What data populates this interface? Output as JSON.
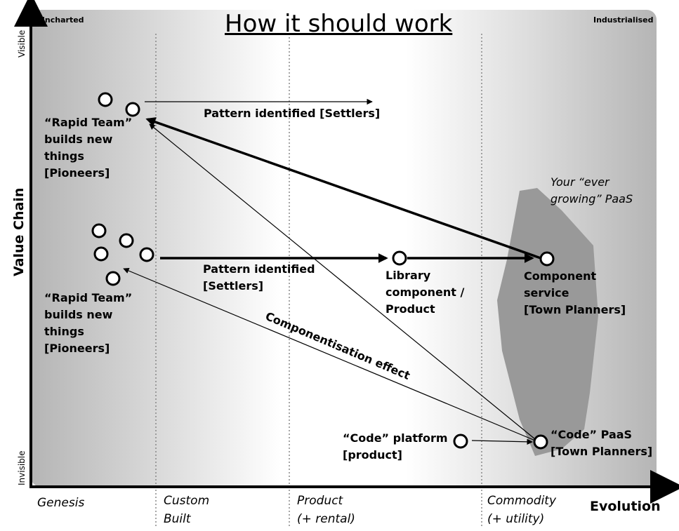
{
  "title": "How it should work",
  "corner_labels": {
    "left": "Uncharted",
    "right": "Industrialised"
  },
  "y_axis": {
    "label": "Value Chain",
    "top": "Visible",
    "bottom": "Invisible"
  },
  "x_axis": {
    "label": "Evolution",
    "stages": [
      {
        "line1": "Genesis",
        "line2": ""
      },
      {
        "line1": "Custom",
        "line2": "Built"
      },
      {
        "line1": "Product",
        "line2": "(+ rental)"
      },
      {
        "line1": "Commodity",
        "line2": "(+ utility)"
      }
    ]
  },
  "nodes": {
    "rapid_team_top": {
      "lines": [
        "“Rapid Team”",
        "builds new",
        "things",
        "[Pioneers]"
      ]
    },
    "rapid_team_mid": {
      "lines": [
        "“Rapid Team”",
        "builds new",
        "things",
        "[Pioneers]"
      ]
    },
    "library_component": {
      "lines": [
        "Library",
        "component /",
        "Product"
      ]
    },
    "component_service": {
      "lines": [
        "Component",
        "service",
        "[Town Planners]"
      ]
    },
    "code_platform": {
      "lines": [
        "“Code” platform",
        "[product]"
      ]
    },
    "code_paas": {
      "lines": [
        "“Code” PaaS",
        "[Town Planners]"
      ]
    }
  },
  "arrow_labels": {
    "pattern_top": "Pattern identified [Settlers]",
    "pattern_mid_line1": "Pattern identified",
    "pattern_mid_line2": "[Settlers]",
    "componentisation": "Componentisation effect"
  },
  "region": {
    "line1": "Your “ever",
    "line2": "growing” PaaS",
    "color": "#999999"
  },
  "colors": {
    "background_dark": "#b5b5b5",
    "background_light": "#ffffff",
    "ink": "#000000"
  }
}
